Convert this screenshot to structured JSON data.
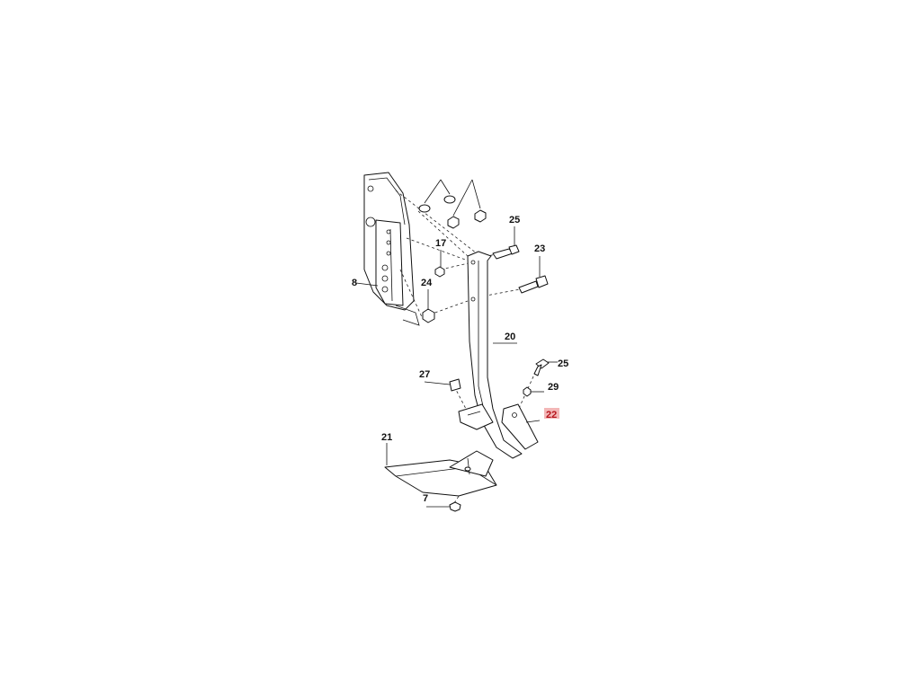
{
  "diagram": {
    "highlight_color": "#f3b7b7",
    "callouts": [
      {
        "id": "label-25-top",
        "text": "25"
      },
      {
        "id": "label-17",
        "text": "17"
      },
      {
        "id": "label-23",
        "text": "23"
      },
      {
        "id": "label-24",
        "text": "24"
      },
      {
        "id": "label-20",
        "text": "20"
      },
      {
        "id": "label-27",
        "text": "27"
      },
      {
        "id": "label-25-right",
        "text": "25"
      },
      {
        "id": "label-29",
        "text": "29"
      },
      {
        "id": "label-22",
        "text": "22"
      },
      {
        "id": "label-21",
        "text": "21"
      },
      {
        "id": "label-7",
        "text": "7"
      },
      {
        "id": "label-18",
        "text": "8"
      }
    ]
  }
}
